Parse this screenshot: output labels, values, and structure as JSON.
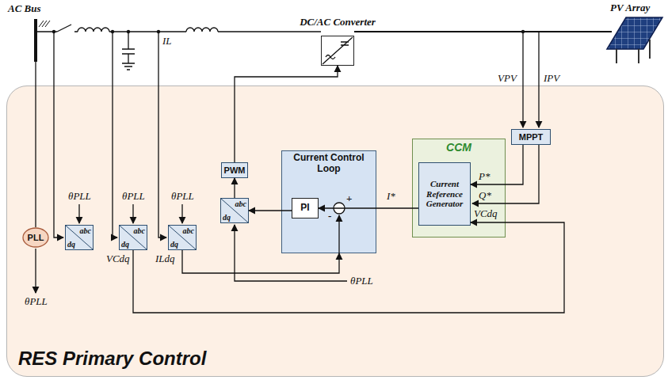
{
  "diagram": {
    "nodes": [
      {
        "text": [
          "DC/AC Converter"
        ]
      },
      {
        "text": [
          "RES Primary Control"
        ]
      },
      {
        "text": [
          "PLL"
        ],
        "in": 1
      },
      {
        "text": [
          "abc",
          "dq"
        ],
        "in": 1
      },
      {
        "text": [
          "abc",
          "dq"
        ],
        "in": 1
      },
      {
        "text": [
          "abc",
          "dq"
        ],
        "in": 1
      },
      {
        "text": [
          "abc",
          "dq"
        ],
        "in": 1
      },
      {
        "text": [
          "PWM"
        ],
        "in": 1
      },
      {
        "text": [
          "Current Control Loop"
        ],
        "in": 1
      },
      {
        "text": [
          "PI"
        ],
        "in": 8
      },
      {
        "text": [
          "CCM"
        ],
        "in": 1
      },
      {
        "text": [
          "Current Reference Generator"
        ],
        "in": 10
      },
      {
        "text": [
          "MPPT"
        ],
        "in": 1
      }
    ],
    "edges": [
      {
        "from": 12,
        "to": 11,
        "arrow": "to",
        "label": "P*"
      },
      {
        "from": 11,
        "to": 9,
        "arrow": "to",
        "label": "I*"
      },
      {
        "from": 9,
        "to": 6,
        "arrow": "to"
      },
      {
        "from": 6,
        "to": 7,
        "arrow": "to"
      },
      {
        "from": 7,
        "to": 0,
        "arrow": "to"
      },
      {
        "from": 5,
        "to": 8,
        "arrow": "to"
      },
      {
        "from": 4,
        "to": 11,
        "arrow": "to"
      }
    ],
    "labels": [
      "AC Bus",
      "IL",
      "PV Array",
      "VPV",
      "IPV",
      "θPLL",
      "θPLL",
      "θPLL",
      "θPLL",
      "θPLL",
      "VCdq",
      "ILdq",
      "Q*",
      "VCdq",
      "+",
      "-"
    ]
  }
}
